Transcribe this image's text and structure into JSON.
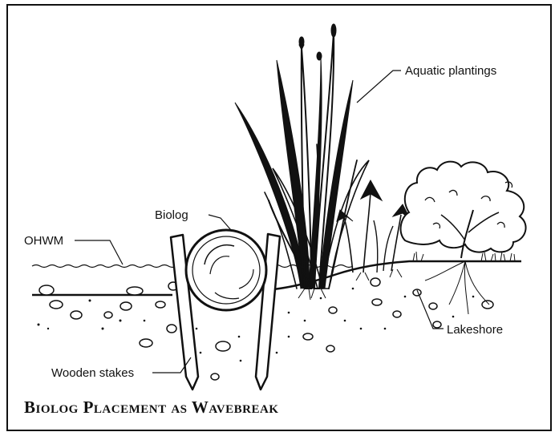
{
  "title": "Biolog Placement as Wavebreak",
  "labels": {
    "aquatic_plantings": "Aquatic plantings",
    "biolog": "Biolog",
    "ohwm": "OHWM",
    "lakeshore": "Lakeshore",
    "wooden_stakes": "Wooden stakes"
  }
}
